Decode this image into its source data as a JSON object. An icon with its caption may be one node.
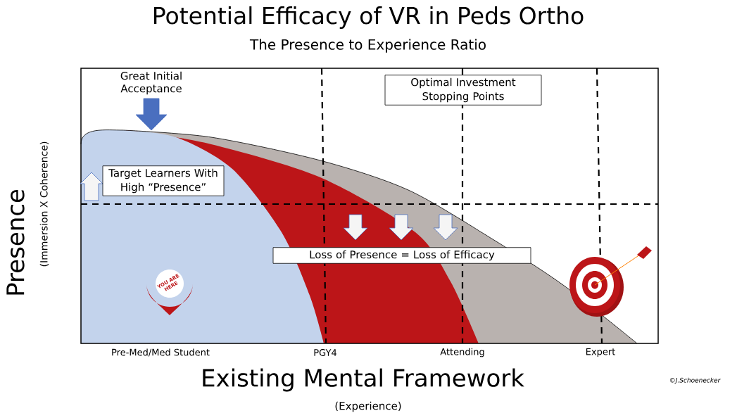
{
  "diagram": {
    "title": "Potential Efficacy of VR in Peds Ortho",
    "nodes": [
      {
        "text": [
          "Target Learners With High “Presence”"
        ]
      },
      {
        "text": [
          "Optimal Investment Stopping Points"
        ]
      },
      {
        "text": [
          "Loss of Presence = Loss of Efficacy"
        ]
      }
    ],
    "labels": [
      "The Presence to Experience Ratio",
      "Great Initial Acceptance",
      "YOU ARE HERE",
      "Presence",
      "(Immersion X Coherence)",
      "Pre-Med/Med Student",
      "PGY4",
      "Attending",
      "Expert",
      "Existing Mental Framework",
      "(Experience)",
      "©J.Schoenecker"
    ]
  }
}
